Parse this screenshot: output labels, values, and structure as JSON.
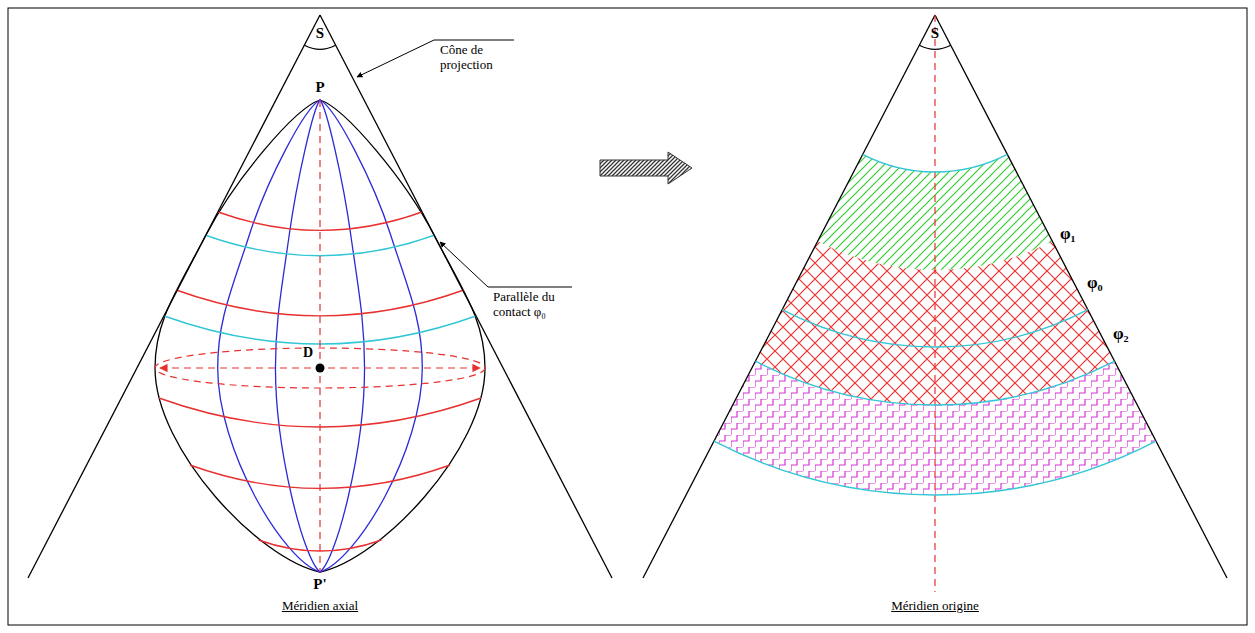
{
  "diagram": {
    "labels": [
      "S",
      "Cône de projection",
      "P",
      "Parallèle du contact φ₀",
      "D",
      "P'",
      "Méridien axial",
      "S",
      "φ₁",
      "φ₀",
      "φ₂",
      "Méridien origine"
    ]
  }
}
